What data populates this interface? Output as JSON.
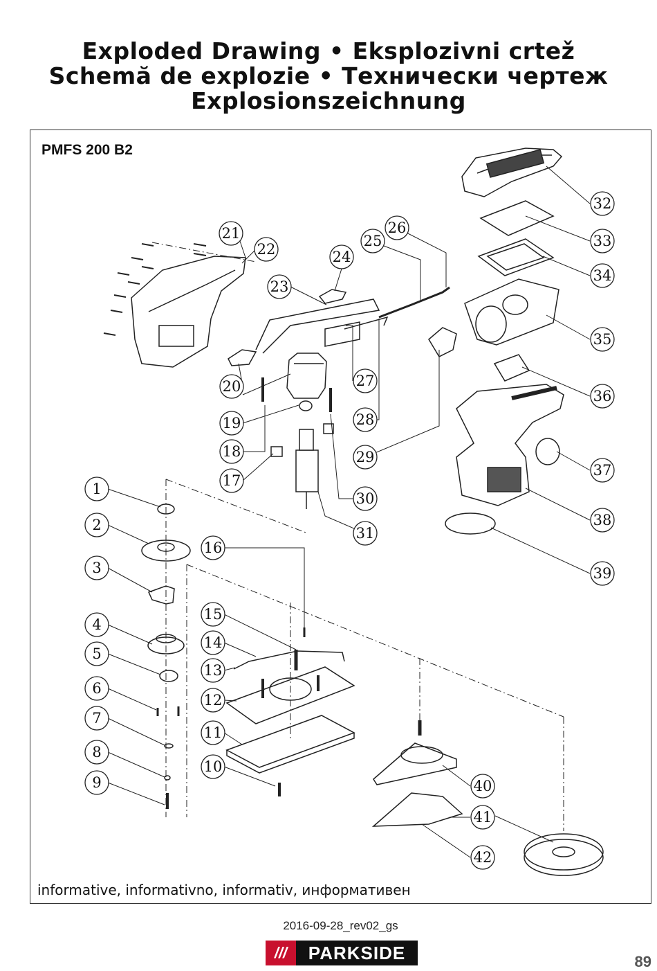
{
  "header": {
    "line1": "Exploded Drawing • Eksplozivni crtež",
    "line2": "Schemă de explozie • Технически чертеж",
    "line3": "Explosionszeichnung"
  },
  "diagram": {
    "model": "PMFS 200 B2",
    "note": "informative, informativno, informativ, информативен",
    "callouts": [
      "1",
      "2",
      "3",
      "4",
      "5",
      "6",
      "7",
      "8",
      "9",
      "10",
      "11",
      "12",
      "13",
      "14",
      "15",
      "16",
      "17",
      "18",
      "19",
      "20",
      "21",
      "22",
      "23",
      "24",
      "25",
      "26",
      "27",
      "28",
      "29",
      "30",
      "31",
      "32",
      "33",
      "34",
      "35",
      "36",
      "37",
      "38",
      "39",
      "40",
      "41",
      "42"
    ]
  },
  "footer": {
    "revision": "2016-09-28_rev02_gs",
    "brand": "PARKSIDE",
    "brand_stripes": "///",
    "page_number": "89"
  }
}
